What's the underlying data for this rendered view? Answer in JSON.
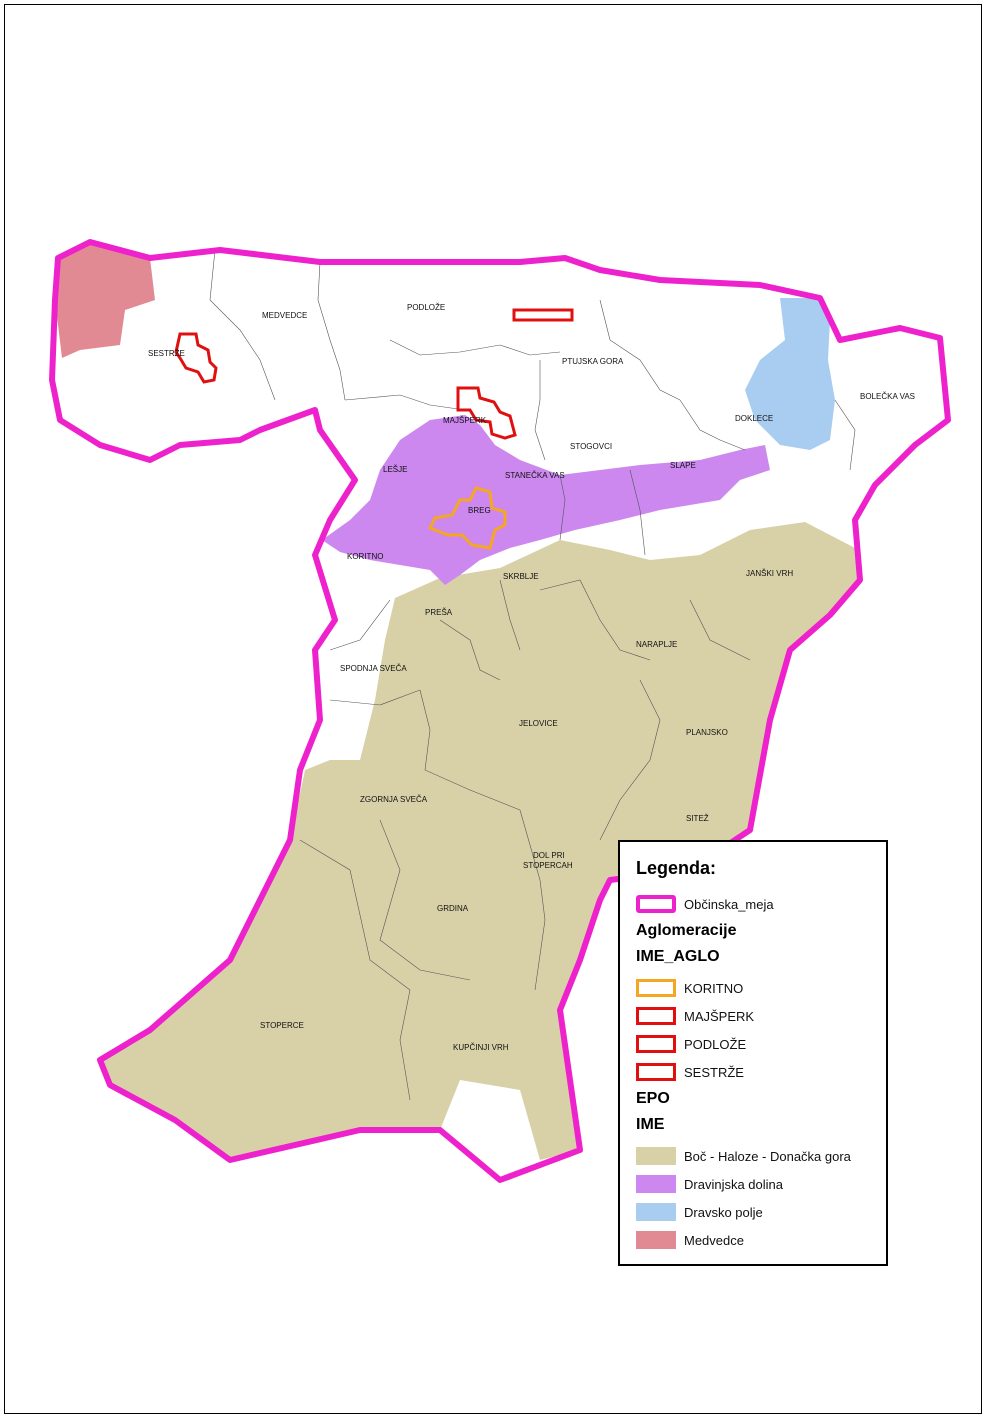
{
  "map": {
    "places": [
      {
        "key": "medvedce",
        "text": "MEDVEDCE"
      },
      {
        "key": "podloze",
        "text": "PODLOŽE"
      },
      {
        "key": "sestrze",
        "text": "SESTRŽE"
      },
      {
        "key": "ptujska_gora",
        "text": "PTUJSKA GORA"
      },
      {
        "key": "majsperk",
        "text": "MAJŠPERK"
      },
      {
        "key": "doklece",
        "text": "DOKLECE"
      },
      {
        "key": "bolecka_vas",
        "text": "BOLEČKA VAS"
      },
      {
        "key": "stogovci",
        "text": "STOGOVCI"
      },
      {
        "key": "lesje",
        "text": "LEŠJE"
      },
      {
        "key": "stanecka_vas",
        "text": "STANEČKA VAS"
      },
      {
        "key": "slape",
        "text": "SLAPE"
      },
      {
        "key": "breg",
        "text": "BREG"
      },
      {
        "key": "koritno",
        "text": "KORITNO"
      },
      {
        "key": "skrblje",
        "text": "SKRBLJE"
      },
      {
        "key": "janski_vrh",
        "text": "JANŠKI VRH"
      },
      {
        "key": "presa",
        "text": "PREŠA"
      },
      {
        "key": "naraplje",
        "text": "NARAPLJE"
      },
      {
        "key": "spodnja_sveca",
        "text": "SPODNJA SVEČA"
      },
      {
        "key": "jelovice",
        "text": "JELOVICE"
      },
      {
        "key": "planjsko",
        "text": "PLANJSKO"
      },
      {
        "key": "zgornja_sveca",
        "text": "ZGORNJA SVEČA"
      },
      {
        "key": "sitez",
        "text": "SITEŽ"
      },
      {
        "key": "dol_line1",
        "text": "DOL PRI"
      },
      {
        "key": "dol_line2",
        "text": "STOPERCAH"
      },
      {
        "key": "grdina",
        "text": "GRDINA"
      },
      {
        "key": "stoperce",
        "text": "STOPERCE"
      },
      {
        "key": "kupcinji_vrh",
        "text": "KUPČINJI VRH"
      }
    ]
  },
  "legend": {
    "title": "Legenda:",
    "boundary_label": "Občinska_meja",
    "group_heading": "Aglomeracije",
    "aglo_field": "IME_AGLO",
    "aglo_items": [
      "KORITNO",
      "MAJŠPERK",
      "PODLOŽE",
      "SESTRŽE"
    ],
    "epo_heading": "EPO",
    "ime_field": "IME",
    "epo_items": [
      "Boč - Haloze - Donačka gora",
      "Dravinjska dolina",
      "Dravsko polje",
      "Medvedce"
    ]
  },
  "colors": {
    "boundary": "#ee22cc",
    "aglo_koritno": "#f5a623",
    "aglo_other": "#e01010",
    "boc_haloze": "#d8d1a8",
    "dravinjska": "#cc88ee",
    "dravsko": "#a9cdf0",
    "medvedce": "#e28a93"
  }
}
